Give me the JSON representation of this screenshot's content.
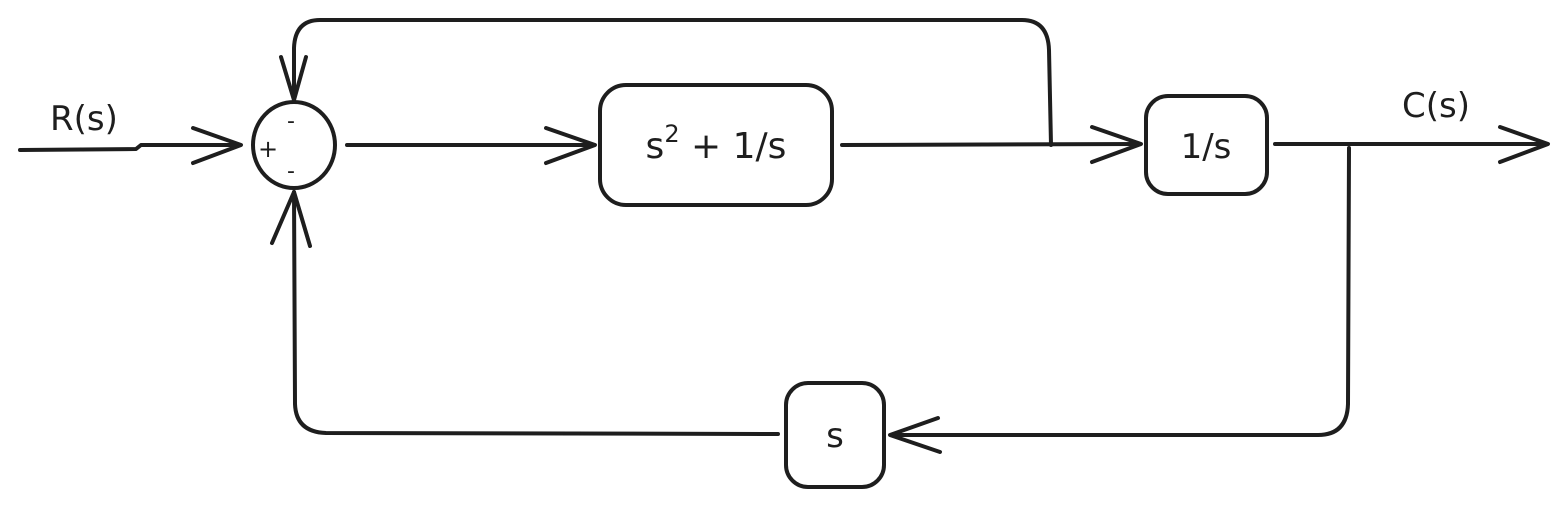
{
  "signals": {
    "input": "R(s)",
    "output": "C(s)"
  },
  "summing_junction": {
    "plus_sign": "+",
    "top_sign": "-",
    "bottom_sign": "-"
  },
  "blocks": {
    "forward_1": {
      "base": "s",
      "exponent": "2",
      "rest": " + 1/s"
    },
    "forward_2": "1/s",
    "feedback": "s"
  },
  "colors": {
    "stroke": "#1e1e1e",
    "background": "#ffffff"
  }
}
